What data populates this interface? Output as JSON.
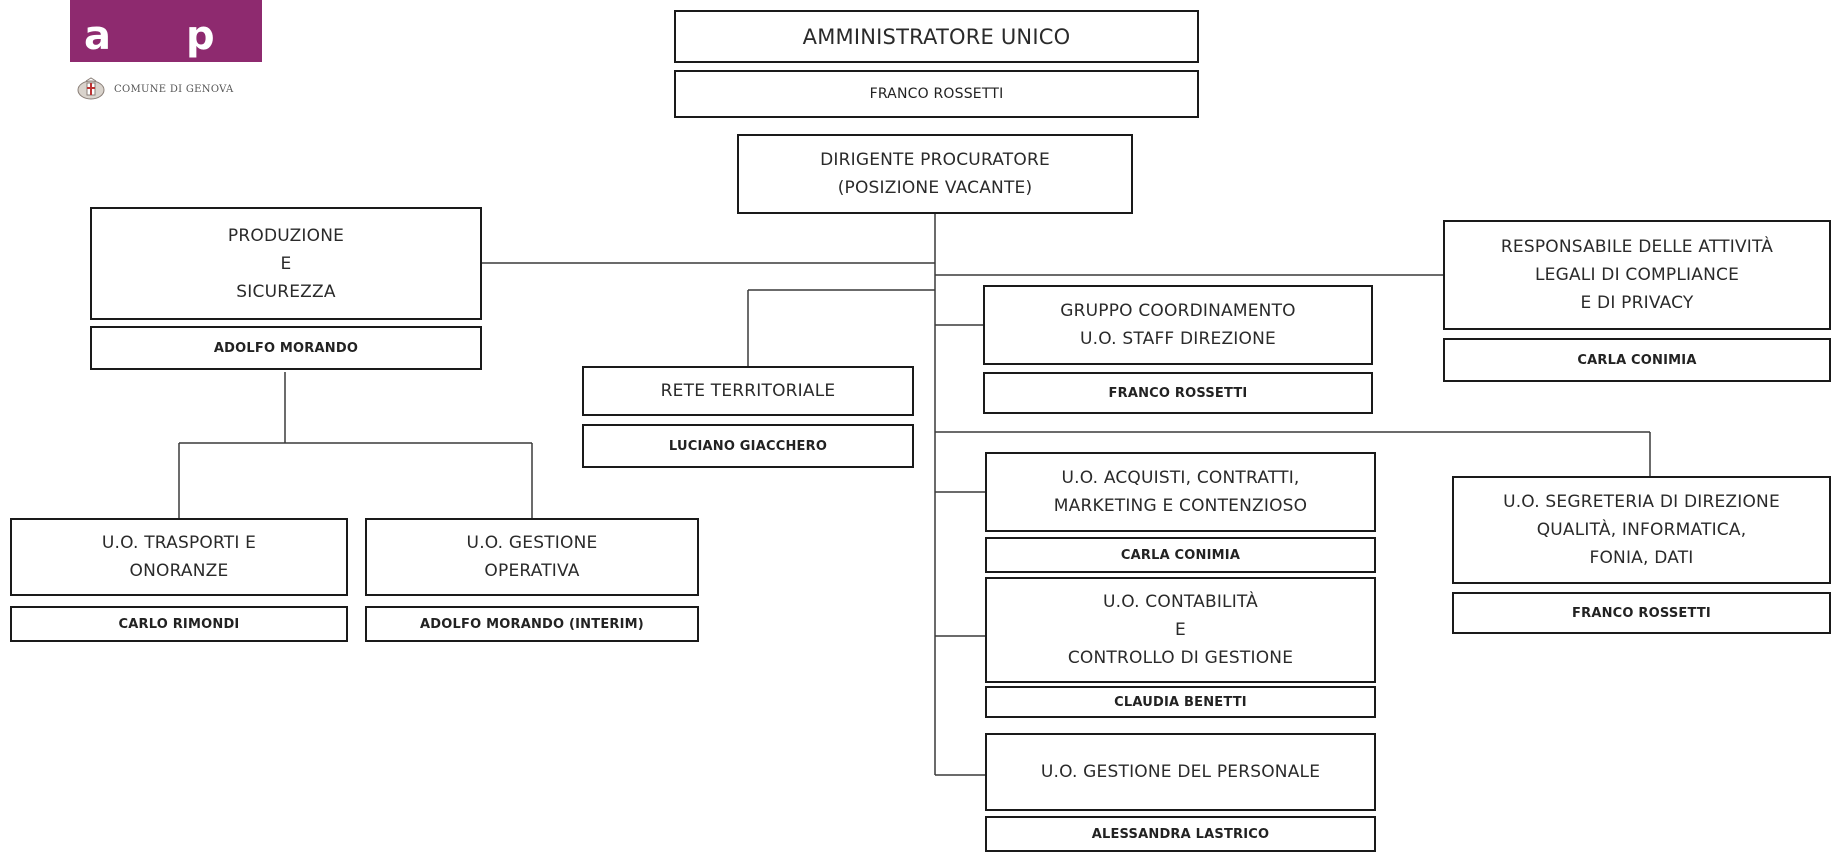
{
  "header": {
    "logo_letters": [
      "a",
      "p"
    ],
    "comune_label": "COMUNE DI GENOVA",
    "logo_color": "#8e2a6f"
  },
  "org": {
    "administrator": {
      "title": "AMMINISTRATORE UNICO",
      "name": "FRANCO ROSSETTI"
    },
    "director": {
      "title_line1": "DIRIGENTE PROCURATORE",
      "title_line2": "(POSIZIONE VACANTE)"
    },
    "produzione": {
      "line1": "PRODUZIONE",
      "line2": "E",
      "line3": "SICUREZZA",
      "name": "ADOLFO MORANDO"
    },
    "trasporti": {
      "line1": "U.O. TRASPORTI E",
      "line2": "ONORANZE",
      "name": "CARLO RIMONDI"
    },
    "gestione_operativa": {
      "line1": "U.O. GESTIONE",
      "line2": "OPERATIVA",
      "name": "ADOLFO MORANDO (INTERIM)"
    },
    "rete": {
      "title": "RETE TERRITORIALE",
      "name": "LUCIANO GIACCHERO"
    },
    "gruppo": {
      "line1": "GRUPPO COORDINAMENTO",
      "line2": "U.O. STAFF DIREZIONE",
      "name": "FRANCO ROSSETTI"
    },
    "acquisti": {
      "line1": "U.O. ACQUISTI, CONTRATTI,",
      "line2": "MARKETING E CONTENZIOSO",
      "name": "CARLA CONIMIA"
    },
    "contabilita": {
      "line1": "U.O. CONTABILITÀ",
      "line2": "E",
      "line3": "CONTROLLO DI GESTIONE",
      "name": "CLAUDIA BENETTI"
    },
    "personale": {
      "title": "U.O. GESTIONE DEL PERSONALE",
      "name": "ALESSANDRA LASTRICO"
    },
    "legali": {
      "line1": "RESPONSABILE DELLE ATTIVITÀ",
      "line2": "LEGALI DI COMPLIANCE",
      "line3": "E DI PRIVACY",
      "name": "CARLA CONIMIA"
    },
    "segreteria": {
      "line1": "U.O. SEGRETERIA DI DIREZIONE",
      "line2": "QUALITÀ, INFORMATICA,",
      "line3": "FONIA, DATI",
      "name": "FRANCO ROSSETTI"
    }
  }
}
